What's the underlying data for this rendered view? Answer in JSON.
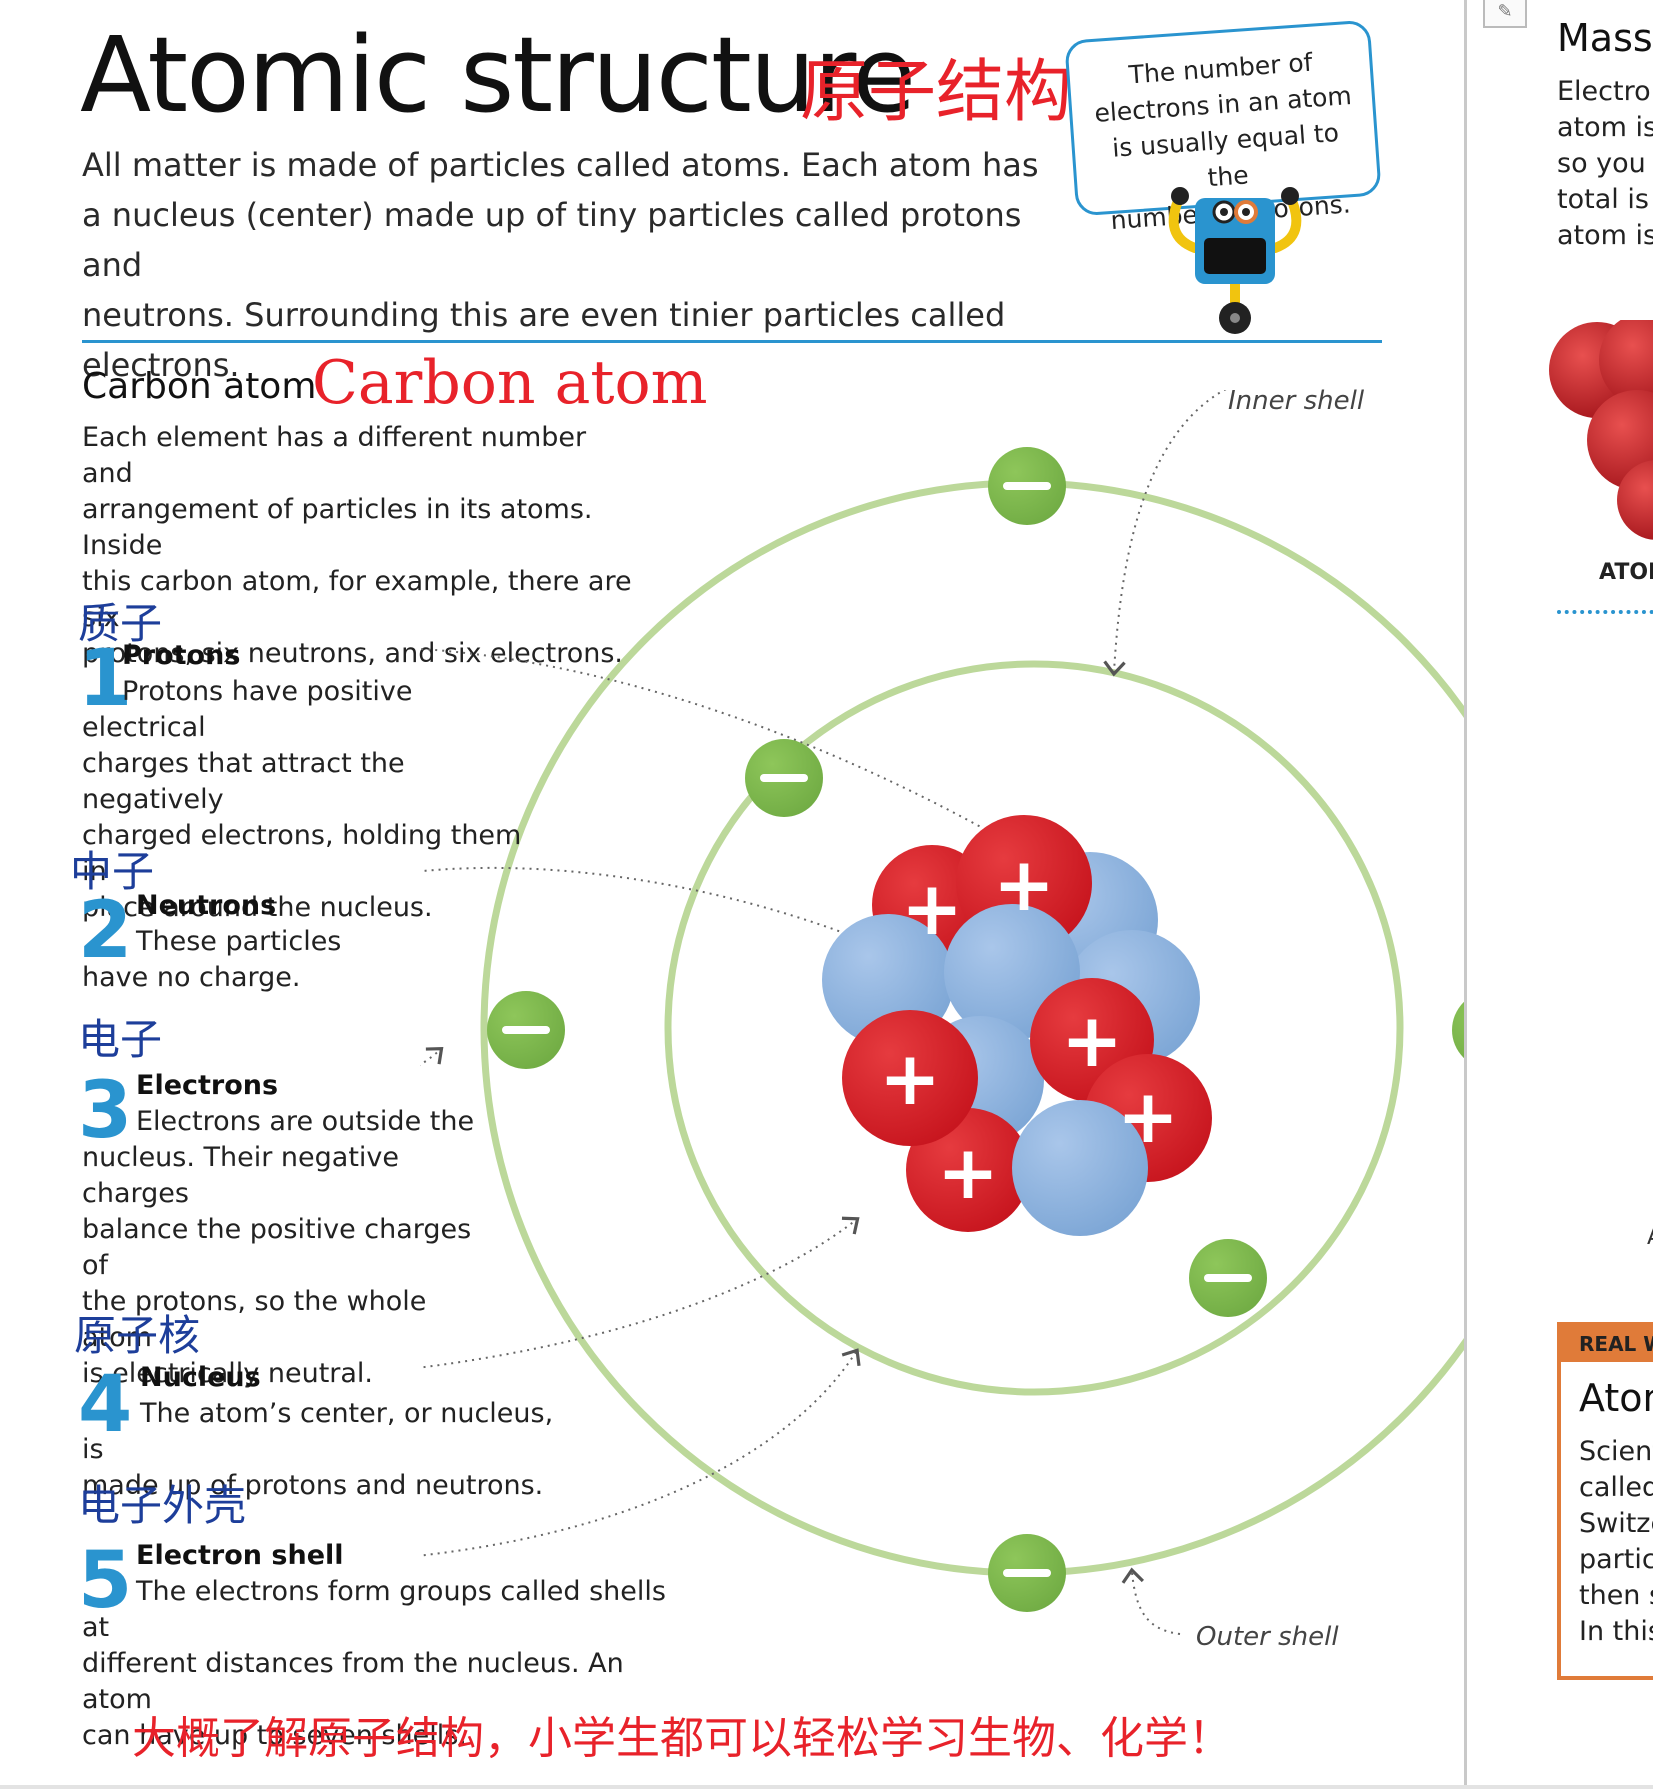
{
  "header": {
    "title": "Atomic structure",
    "title_cn": "原子结构",
    "intro_lines": [
      "All matter is made of particles called atoms. Each atom has",
      "a nucleus (center) made up of tiny particles called protons and",
      "neutrons. Surrounding this are even tinier particles called electrons."
    ]
  },
  "bubble": {
    "lines": [
      "The number of",
      "electrons in an atom",
      "is usually equal to the",
      "number of protons."
    ]
  },
  "section": {
    "title": "Carbon atom",
    "title_cn": "Carbon atom",
    "desc_lines": [
      "Each element has a different number and",
      "arrangement of particles in its atoms. Inside",
      "this carbon atom, for example, there are six",
      "protons, six neutrons, and six electrons."
    ]
  },
  "items": [
    {
      "num": "1",
      "cn": "质子",
      "title": "Protons",
      "body": [
        "Protons have positive electrical",
        "charges that attract the negatively",
        "charged electrons, holding them in",
        "place around the nucleus."
      ]
    },
    {
      "num": "2",
      "cn": "中子",
      "title": "Neutrons",
      "body": [
        "These particles",
        "have no charge."
      ]
    },
    {
      "num": "3",
      "cn": "电子",
      "title": "Electrons",
      "body": [
        "Electrons are outside the",
        "nucleus. Their negative charges",
        "balance the positive charges of",
        "the protons, so the whole atom",
        "is electrically neutral."
      ]
    },
    {
      "num": "4",
      "cn": "原子核",
      "title": "Nucleus",
      "body": [
        "The atom’s center, or nucleus, is",
        "made up of protons and neutrons."
      ]
    },
    {
      "num": "5",
      "cn": "电子外壳",
      "title": "Electron shell",
      "body": [
        "The electrons form groups called shells at",
        "different distances from the nucleus. An atom",
        "can have up to seven shells."
      ]
    }
  ],
  "diagram": {
    "inner_shell_label": "Inner shell",
    "outer_shell_label": "Outer shell",
    "proton_sign": "+",
    "electron_sign": "–",
    "colors": {
      "shell": "#bcd89a",
      "electron": "#72ad45",
      "proton": "#c8161f",
      "neutron": "#7ea7d6"
    }
  },
  "footer": {
    "cn": "大概了解原子结构，小学生都可以轻松学习生物、化学！"
  },
  "right_page": {
    "heading": "Mass",
    "text_lines": [
      "Electrons",
      "atom is",
      "so you c",
      "total is c",
      "atom is c"
    ],
    "label": "ATOM",
    "small": "A",
    "box_head": "REAL W",
    "box_title": "Atom",
    "box_lines": [
      "Scienti",
      "called",
      "Switze",
      "particle",
      "then sr",
      "In this"
    ]
  }
}
